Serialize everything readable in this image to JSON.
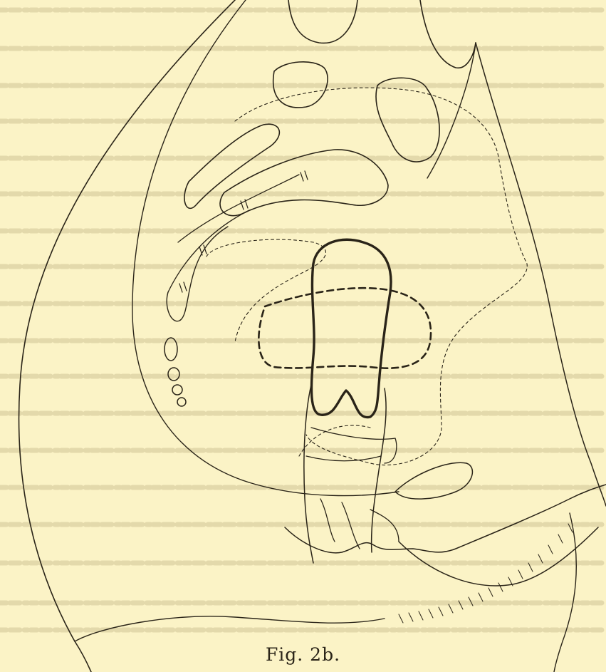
{
  "figure": {
    "caption_prefix": "Fig. 2",
    "caption_suffix": "b.",
    "caption": "Fig. 2b."
  },
  "colors": {
    "paper": "#fbf3c6",
    "ink": "#2a2418",
    "bleed_through": "#ddd3a5"
  }
}
